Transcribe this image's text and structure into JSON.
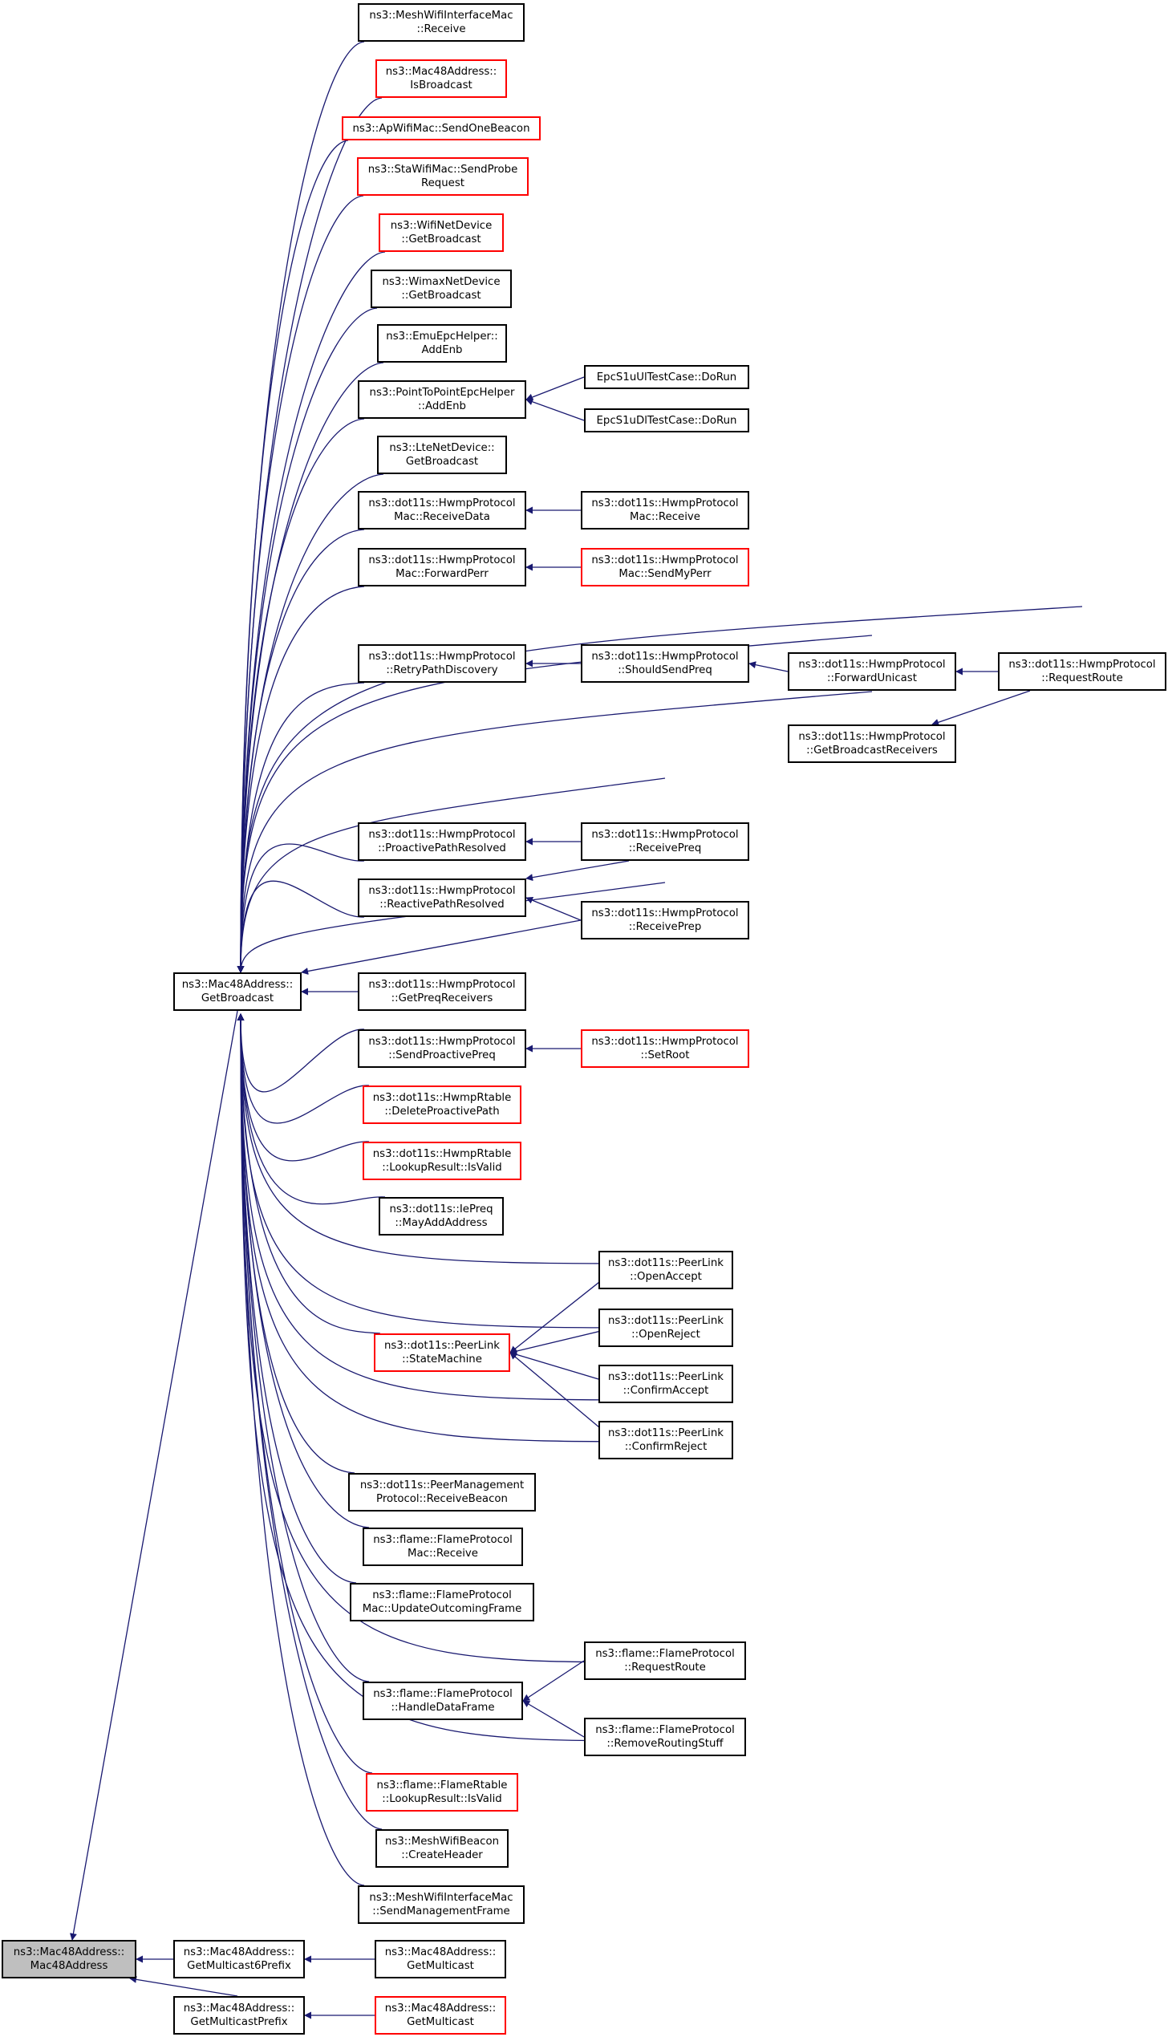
{
  "colors": {
    "edge": "#191970",
    "border_default": "#000000",
    "border_truncated": "#ff0000",
    "root_fill": "#bfbfbf"
  },
  "nodes": [
    {
      "id": "mac48",
      "lines": [
        "ns3::Mac48Address::",
        "Mac48Address"
      ],
      "style": "root"
    },
    {
      "id": "getbroadcast",
      "lines": [
        "ns3::Mac48Address::",
        "GetBroadcast"
      ],
      "style": "normal"
    },
    {
      "id": "getmc6",
      "lines": [
        "ns3::Mac48Address::",
        "GetMulticast6Prefix"
      ],
      "style": "normal"
    },
    {
      "id": "getmcprefix",
      "lines": [
        "ns3::Mac48Address::",
        "GetMulticastPrefix"
      ],
      "style": "normal"
    },
    {
      "id": "getmc_a",
      "lines": [
        "ns3::Mac48Address::",
        "GetMulticast"
      ],
      "style": "normal"
    },
    {
      "id": "getmc_b",
      "lines": [
        "ns3::Mac48Address::",
        "GetMulticast"
      ],
      "style": "red"
    },
    {
      "id": "meshmac_receive",
      "lines": [
        "ns3::MeshWifiInterfaceMac",
        "::Receive"
      ],
      "style": "normal"
    },
    {
      "id": "isbroadcast",
      "lines": [
        "ns3::Mac48Address::",
        "IsBroadcast"
      ],
      "style": "red"
    },
    {
      "id": "apsendbeacon",
      "lines": [
        "ns3::ApWifiMac::SendOneBeacon"
      ],
      "style": "red"
    },
    {
      "id": "stasendprobe",
      "lines": [
        "ns3::StaWifiMac::SendProbe",
        "Request"
      ],
      "style": "red"
    },
    {
      "id": "wifinetdev",
      "lines": [
        "ns3::WifiNetDevice",
        "::GetBroadcast"
      ],
      "style": "red"
    },
    {
      "id": "wimaxnetdev",
      "lines": [
        "ns3::WimaxNetDevice",
        "::GetBroadcast"
      ],
      "style": "normal"
    },
    {
      "id": "emuepc",
      "lines": [
        "ns3::EmuEpcHelper::",
        "AddEnb"
      ],
      "style": "normal"
    },
    {
      "id": "p2pepc",
      "lines": [
        "ns3::PointToPointEpcHelper",
        "::AddEnb"
      ],
      "style": "normal"
    },
    {
      "id": "epcul",
      "lines": [
        "EpcS1uUlTestCase::DoRun"
      ],
      "style": "normal"
    },
    {
      "id": "epcdl",
      "lines": [
        "EpcS1uDlTestCase::DoRun"
      ],
      "style": "normal"
    },
    {
      "id": "ltenetdev",
      "lines": [
        "ns3::LteNetDevice::",
        "GetBroadcast"
      ],
      "style": "normal"
    },
    {
      "id": "hwmpmac_rxdata",
      "lines": [
        "ns3::dot11s::HwmpProtocol",
        "Mac::ReceiveData"
      ],
      "style": "normal"
    },
    {
      "id": "hwmpmac_rx",
      "lines": [
        "ns3::dot11s::HwmpProtocol",
        "Mac::Receive"
      ],
      "style": "normal"
    },
    {
      "id": "hwmpmac_fwdperr",
      "lines": [
        "ns3::dot11s::HwmpProtocol",
        "Mac::ForwardPerr"
      ],
      "style": "normal"
    },
    {
      "id": "hwmpmac_sendperr",
      "lines": [
        "ns3::dot11s::HwmpProtocol",
        "Mac::SendMyPerr"
      ],
      "style": "red"
    },
    {
      "id": "retrypath",
      "lines": [
        "ns3::dot11s::HwmpProtocol",
        "::RetryPathDiscovery"
      ],
      "style": "normal"
    },
    {
      "id": "shouldsendpreq",
      "lines": [
        "ns3::dot11s::HwmpProtocol",
        "::ShouldSendPreq"
      ],
      "style": "normal"
    },
    {
      "id": "fwdunicast",
      "lines": [
        "ns3::dot11s::HwmpProtocol",
        "::ForwardUnicast"
      ],
      "style": "normal"
    },
    {
      "id": "requestroute",
      "lines": [
        "ns3::dot11s::HwmpProtocol",
        "::RequestRoute"
      ],
      "style": "normal"
    },
    {
      "id": "getbcastrx",
      "lines": [
        "ns3::dot11s::HwmpProtocol",
        "::GetBroadcastReceivers"
      ],
      "style": "normal"
    },
    {
      "id": "proactiveres",
      "lines": [
        "ns3::dot11s::HwmpProtocol",
        "::ProactivePathResolved"
      ],
      "style": "normal"
    },
    {
      "id": "receivepreq",
      "lines": [
        "ns3::dot11s::HwmpProtocol",
        "::ReceivePreq"
      ],
      "style": "normal"
    },
    {
      "id": "reactiveres",
      "lines": [
        "ns3::dot11s::HwmpProtocol",
        "::ReactivePathResolved"
      ],
      "style": "normal"
    },
    {
      "id": "receiveprep",
      "lines": [
        "ns3::dot11s::HwmpProtocol",
        "::ReceivePrep"
      ],
      "style": "normal"
    },
    {
      "id": "getpreqrx",
      "lines": [
        "ns3::dot11s::HwmpProtocol",
        "::GetPreqReceivers"
      ],
      "style": "normal"
    },
    {
      "id": "sendproactive",
      "lines": [
        "ns3::dot11s::HwmpProtocol",
        "::SendProactivePreq"
      ],
      "style": "normal"
    },
    {
      "id": "setroot",
      "lines": [
        "ns3::dot11s::HwmpProtocol",
        "::SetRoot"
      ],
      "style": "red"
    },
    {
      "id": "delproactive",
      "lines": [
        "ns3::dot11s::HwmpRtable",
        "::DeleteProactivePath"
      ],
      "style": "red"
    },
    {
      "id": "hwmplookup",
      "lines": [
        "ns3::dot11s::HwmpRtable",
        "::LookupResult::IsValid"
      ],
      "style": "red"
    },
    {
      "id": "iepreq",
      "lines": [
        "ns3::dot11s::IePreq",
        "::MayAddAddress"
      ],
      "style": "normal"
    },
    {
      "id": "openaccept",
      "lines": [
        "ns3::dot11s::PeerLink",
        "::OpenAccept"
      ],
      "style": "normal"
    },
    {
      "id": "openreject",
      "lines": [
        "ns3::dot11s::PeerLink",
        "::OpenReject"
      ],
      "style": "normal"
    },
    {
      "id": "statemachine",
      "lines": [
        "ns3::dot11s::PeerLink",
        "::StateMachine"
      ],
      "style": "red"
    },
    {
      "id": "confirmaccept",
      "lines": [
        "ns3::dot11s::PeerLink",
        "::ConfirmAccept"
      ],
      "style": "normal"
    },
    {
      "id": "confirmreject",
      "lines": [
        "ns3::dot11s::PeerLink",
        "::ConfirmReject"
      ],
      "style": "normal"
    },
    {
      "id": "peermgmt",
      "lines": [
        "ns3::dot11s::PeerManagement",
        "Protocol::ReceiveBeacon"
      ],
      "style": "normal"
    },
    {
      "id": "flamemac_rx",
      "lines": [
        "ns3::flame::FlameProtocol",
        "Mac::Receive"
      ],
      "style": "normal"
    },
    {
      "id": "flamemac_upd",
      "lines": [
        "ns3::flame::FlameProtocol",
        "Mac::UpdateOutcomingFrame"
      ],
      "style": "normal"
    },
    {
      "id": "flame_reqroute",
      "lines": [
        "ns3::flame::FlameProtocol",
        "::RequestRoute"
      ],
      "style": "normal"
    },
    {
      "id": "flame_handle",
      "lines": [
        "ns3::flame::FlameProtocol",
        "::HandleDataFrame"
      ],
      "style": "normal"
    },
    {
      "id": "flame_remove",
      "lines": [
        "ns3::flame::FlameProtocol",
        "::RemoveRoutingStuff"
      ],
      "style": "normal"
    },
    {
      "id": "flamelookup",
      "lines": [
        "ns3::flame::FlameRtable",
        "::LookupResult::IsValid"
      ],
      "style": "red"
    },
    {
      "id": "meshbeacon",
      "lines": [
        "ns3::MeshWifiBeacon",
        "::CreateHeader"
      ],
      "style": "normal"
    },
    {
      "id": "meshmac_sendmgmt",
      "lines": [
        "ns3::MeshWifiInterfaceMac",
        "::SendManagementFrame"
      ],
      "style": "normal"
    }
  ]
}
